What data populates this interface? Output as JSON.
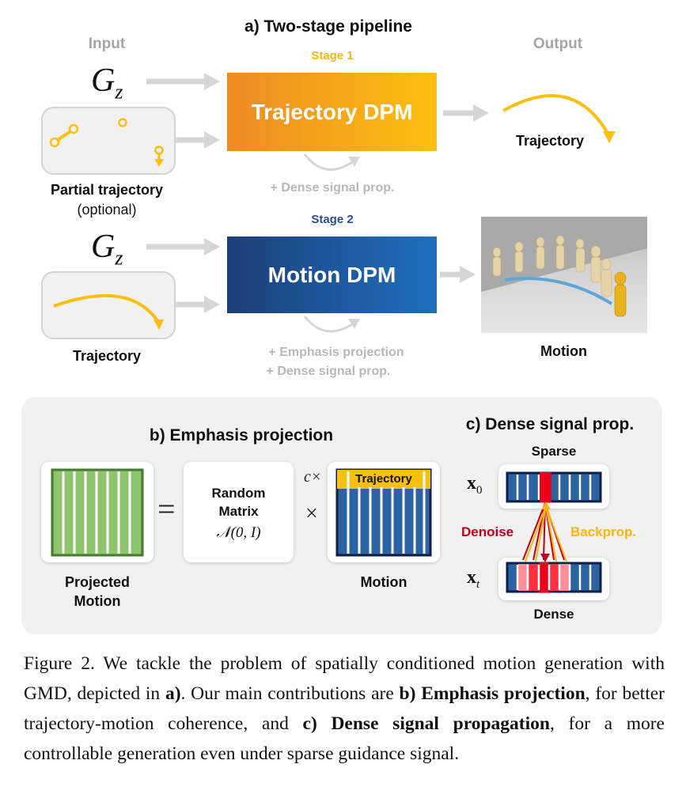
{
  "panel_a": {
    "title": "a) Two-stage pipeline",
    "input_label": "Input",
    "output_label": "Output",
    "stage1": {
      "label": "Stage 1",
      "block": "Trajectory DPM",
      "loop_note": "+ Dense signal prop."
    },
    "stage2": {
      "label": "Stage 2",
      "block": "Motion DPM",
      "loop_note_1": "+ Emphasis projection",
      "loop_note_2": "+ Dense signal prop."
    },
    "gz_main": "G",
    "gz_sub": "z",
    "partial_label_1": "Partial trajectory",
    "partial_label_2": "(optional)",
    "trajectory_input_label": "Trajectory",
    "trajectory_output_label": "Trajectory",
    "motion_output_label": "Motion"
  },
  "panel_b": {
    "title": "b) Emphasis projection",
    "projected_label_1": "Projected",
    "projected_label_2": "Motion",
    "equals": "=",
    "random_1": "Random",
    "random_2": "Matrix",
    "normal": "𝒩(0, I)",
    "c_times": "c×",
    "times": "×",
    "trajectory_tag": "Trajectory",
    "motion_label": "Motion"
  },
  "panel_c": {
    "title": "c) Dense signal prop.",
    "sparse": "Sparse",
    "dense": "Dense",
    "x0_main": "x",
    "x0_sub": "0",
    "xt_main": "x",
    "xt_sub": "t",
    "denoise": "Denoise",
    "backprop": "Backprop."
  },
  "caption": {
    "t1": "Figure 2. We tackle the problem of spatially conditioned motion generation with GMD, depicted in ",
    "b1": "a)",
    "t2": ". Our main contributions are ",
    "b2": "b) Emphasis projection",
    "t3": ", for better trajectory-motion coherence, and ",
    "b3": "c) Dense signal propagation",
    "t4": ", for a more controllable generation even under sparse guidance signal."
  },
  "colors": {
    "stage1_gradient": [
      "#ee8a22",
      "#fcc010"
    ],
    "stage2_gradient": [
      "#1c3f7a",
      "#1f6fbe"
    ],
    "trajectory_yellow": "#fbbf10",
    "green_matrix": "#8ec46c",
    "blue_matrix": "#2b63a3",
    "denoise_red": "#c0001a",
    "backprop_orange": "#f6b511"
  }
}
